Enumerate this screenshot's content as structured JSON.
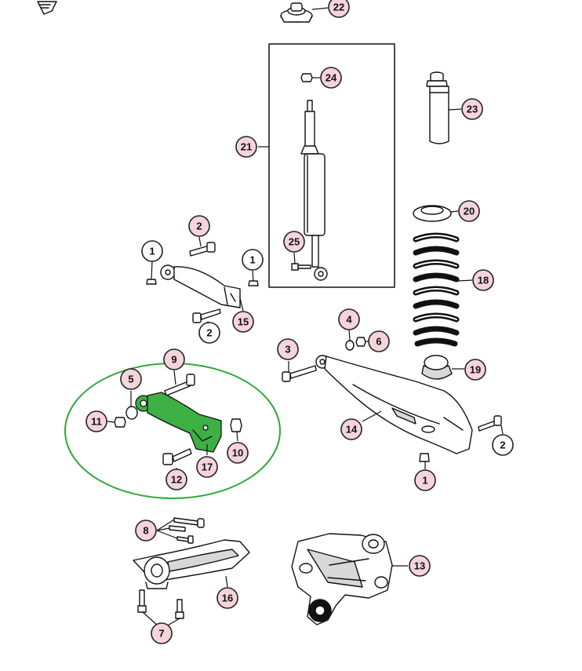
{
  "colors": {
    "callout_pink": "#f6d4dc",
    "callout_stroke": "#222222",
    "highlight_green": "#3cb043",
    "highlight_outline": "#2fa83a",
    "part_fill": "#ffffff",
    "part_stroke": "#111111",
    "shade_fill": "#d8d8d8"
  },
  "callouts": [
    {
      "id": "c22",
      "label": "22",
      "style": "pink"
    },
    {
      "id": "c24",
      "label": "24",
      "style": "pink"
    },
    {
      "id": "c23",
      "label": "23",
      "style": "pink"
    },
    {
      "id": "c21",
      "label": "21",
      "style": "pink"
    },
    {
      "id": "c20",
      "label": "20",
      "style": "pink"
    },
    {
      "id": "c2a",
      "label": "2",
      "style": "pink"
    },
    {
      "id": "c1a",
      "label": "1",
      "style": "white"
    },
    {
      "id": "c1b",
      "label": "1",
      "style": "white"
    },
    {
      "id": "c25",
      "label": "25",
      "style": "pink"
    },
    {
      "id": "c18",
      "label": "18",
      "style": "pink"
    },
    {
      "id": "c15",
      "label": "15",
      "style": "pink"
    },
    {
      "id": "c2b",
      "label": "2",
      "style": "white"
    },
    {
      "id": "c4",
      "label": "4",
      "style": "pink"
    },
    {
      "id": "c6",
      "label": "6",
      "style": "pink"
    },
    {
      "id": "c3",
      "label": "3",
      "style": "pink"
    },
    {
      "id": "c9",
      "label": "9",
      "style": "pink"
    },
    {
      "id": "c19",
      "label": "19",
      "style": "pink"
    },
    {
      "id": "c5",
      "label": "5",
      "style": "pink"
    },
    {
      "id": "c11",
      "label": "11",
      "style": "pink"
    },
    {
      "id": "c14",
      "label": "14",
      "style": "pink"
    },
    {
      "id": "c2c",
      "label": "2",
      "style": "white"
    },
    {
      "id": "c10",
      "label": "10",
      "style": "pink"
    },
    {
      "id": "c12",
      "label": "12",
      "style": "pink"
    },
    {
      "id": "c17",
      "label": "17",
      "style": "pink"
    },
    {
      "id": "c1c",
      "label": "1",
      "style": "pink"
    },
    {
      "id": "c8",
      "label": "8",
      "style": "pink"
    },
    {
      "id": "c13",
      "label": "13",
      "style": "pink"
    },
    {
      "id": "c16",
      "label": "16",
      "style": "pink"
    },
    {
      "id": "c7",
      "label": "7",
      "style": "pink"
    }
  ]
}
